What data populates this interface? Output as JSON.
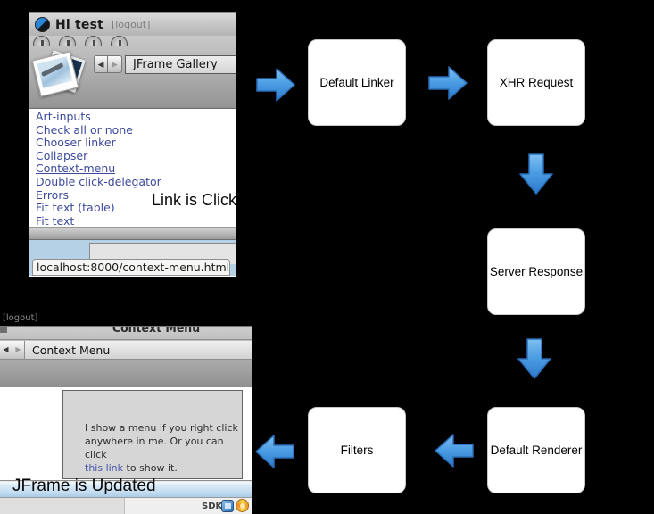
{
  "diagram": {
    "arrow_fill_top": "#7fc0f2",
    "arrow_fill_bottom": "#2b7acc",
    "arrow_stroke": "#2a6db8",
    "boxes": [
      {
        "id": "default-linker",
        "label": "Default Linker"
      },
      {
        "id": "xhr-request",
        "label": "XHR Request"
      },
      {
        "id": "server-response",
        "label": "Server Response"
      },
      {
        "id": "default-renderer",
        "label": "Default Renderer"
      },
      {
        "id": "filters",
        "label": "Filters"
      }
    ],
    "annotations": {
      "link_clicked": "Link is Clicked",
      "jframe_updated": "JFrame is Updated"
    }
  },
  "browser_top": {
    "app_title": "Hi test",
    "logout_label": "[logout]",
    "back_glyph": "◀",
    "forward_glyph": "▶",
    "nav_field": "JFrame Gallery",
    "links": [
      "Art-inputs",
      "Check all or none",
      "Chooser linker",
      "Collapser",
      "Context-menu",
      "Double click-delegator",
      "Errors",
      "Fit text (table)",
      "Fit text"
    ],
    "active_link": "Context-menu",
    "link_color": "#3d4a9c",
    "status_tooltip": "localhost:8000/context-menu.html"
  },
  "browser_bottom": {
    "logout_label": "[logout]",
    "window_title": "Context Menu",
    "back_glyph": "◀",
    "forward_glyph": "▶",
    "nav_title": "Context Menu",
    "panel_line1": "I show a menu if you right click",
    "panel_line2": "anywhere in me. Or you can click",
    "panel_link": "this link",
    "panel_line3": " to show it.",
    "sdk_label": "SDK"
  }
}
